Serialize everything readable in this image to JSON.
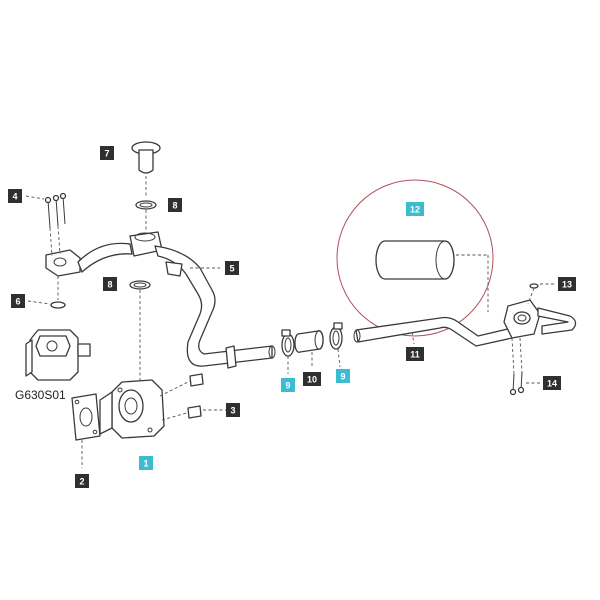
{
  "diagram": {
    "reference_code": "G630S01",
    "callouts": [
      {
        "id": "c1",
        "label": "1",
        "highlighted": true
      },
      {
        "id": "c2",
        "label": "2",
        "highlighted": false
      },
      {
        "id": "c3",
        "label": "3",
        "highlighted": false
      },
      {
        "id": "c4",
        "label": "4",
        "highlighted": false
      },
      {
        "id": "c5",
        "label": "5",
        "highlighted": false
      },
      {
        "id": "c6",
        "label": "6",
        "highlighted": false
      },
      {
        "id": "c7",
        "label": "7",
        "highlighted": false
      },
      {
        "id": "c8a",
        "label": "8",
        "highlighted": false
      },
      {
        "id": "c8b",
        "label": "8",
        "highlighted": false
      },
      {
        "id": "c9a",
        "label": "9",
        "highlighted": true
      },
      {
        "id": "c9b",
        "label": "9",
        "highlighted": true
      },
      {
        "id": "c10",
        "label": "10",
        "highlighted": false
      },
      {
        "id": "c11",
        "label": "11",
        "highlighted": false
      },
      {
        "id": "c12",
        "label": "12",
        "highlighted": true
      },
      {
        "id": "c13",
        "label": "13",
        "highlighted": false
      },
      {
        "id": "c14",
        "label": "14",
        "highlighted": false
      }
    ],
    "colors": {
      "callout_dark": "#2f2f2f",
      "callout_highlight": "#3dbcd1",
      "callout_text_dark": "#ffffff",
      "callout_text_highlight": "#ffffff",
      "focus_circle": "#b0505c"
    }
  }
}
